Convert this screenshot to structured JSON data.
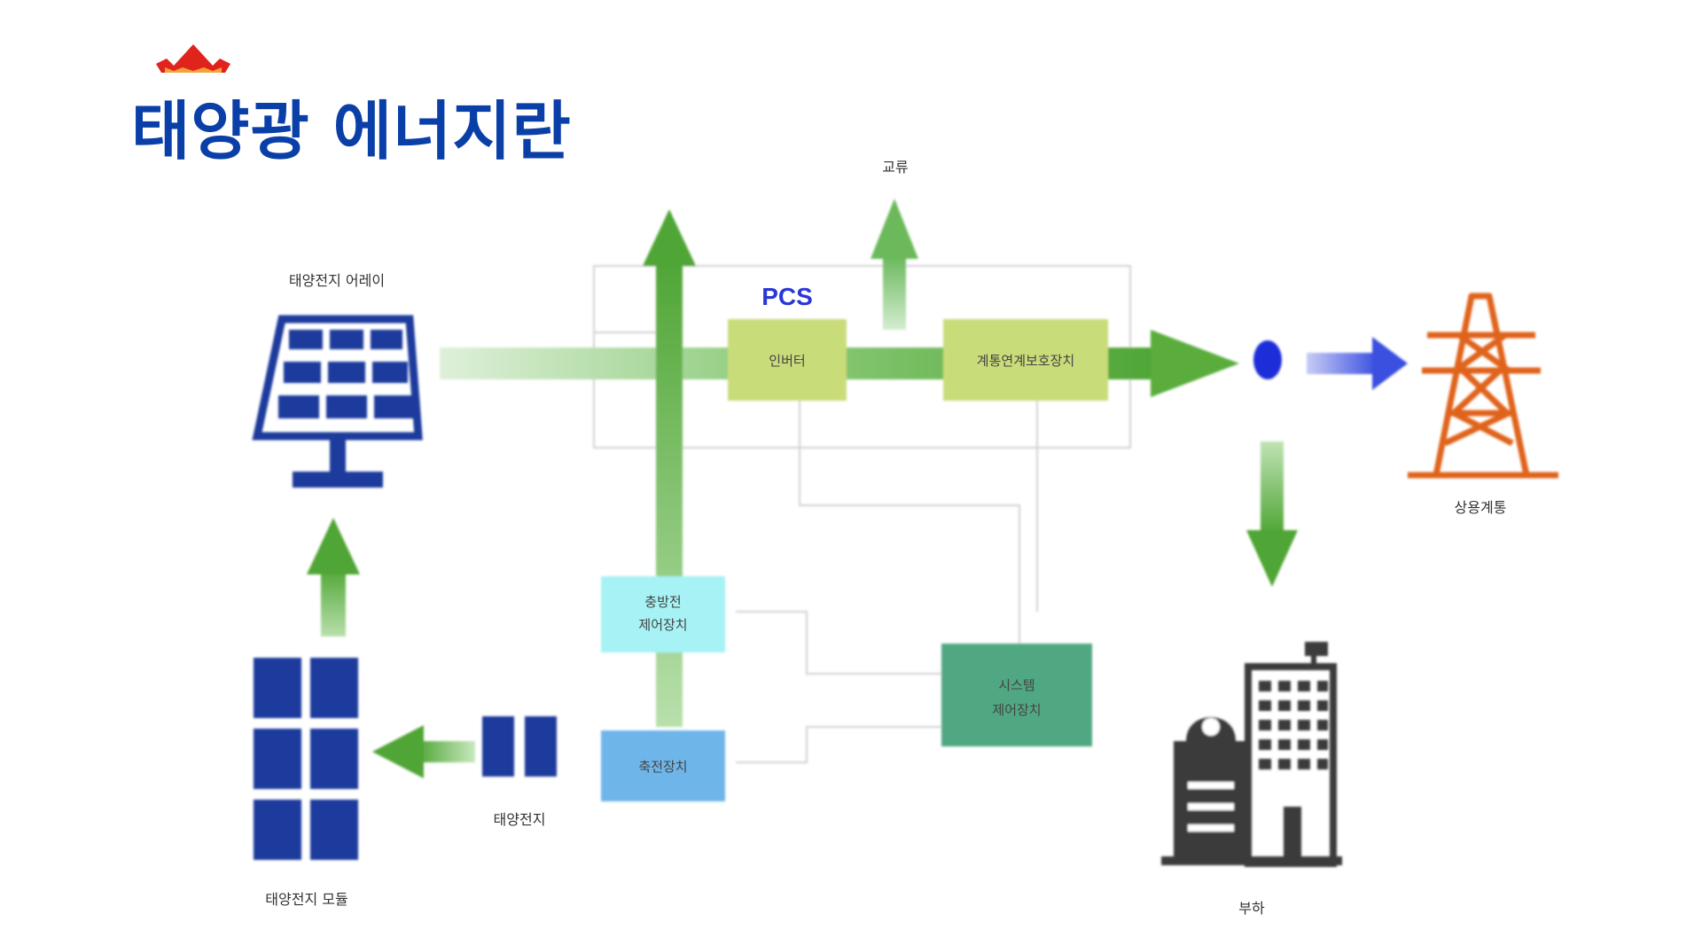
{
  "header": {
    "title": "태양광 에너지란",
    "logo_icon": "crown-icon"
  },
  "diagram": {
    "pcs_label": "PCS",
    "labels": {
      "solar_array": "태양전지 어레이",
      "ac": "교류",
      "grid": "상용계통",
      "load": "부하",
      "cell": "태양전지",
      "module": "태양전지 모듈"
    },
    "boxes": {
      "inverter": "인버터",
      "grid_protection": "계통연계보호장치",
      "charge_control_1": "충방전",
      "charge_control_2": "제어장치",
      "battery": "축전장치",
      "system_control_1": "시스템",
      "system_control_2": "제어장치"
    },
    "icons": [
      "solar-panel-icon",
      "transmission-tower-icon",
      "building-icon",
      "solar-module-icon",
      "solar-cell-icon"
    ],
    "colors": {
      "arrow_green": "#5aad3c",
      "arrow_blue": "#3a4fe0",
      "panel_blue": "#1f3a9c",
      "tower_orange": "#e0641c",
      "box_yellowgreen": "#c9dc7a",
      "box_cyan": "#a6f2f5",
      "box_blue": "#6eb5ea",
      "box_teal": "#4fa882",
      "building_gray": "#3a3a3a"
    }
  }
}
